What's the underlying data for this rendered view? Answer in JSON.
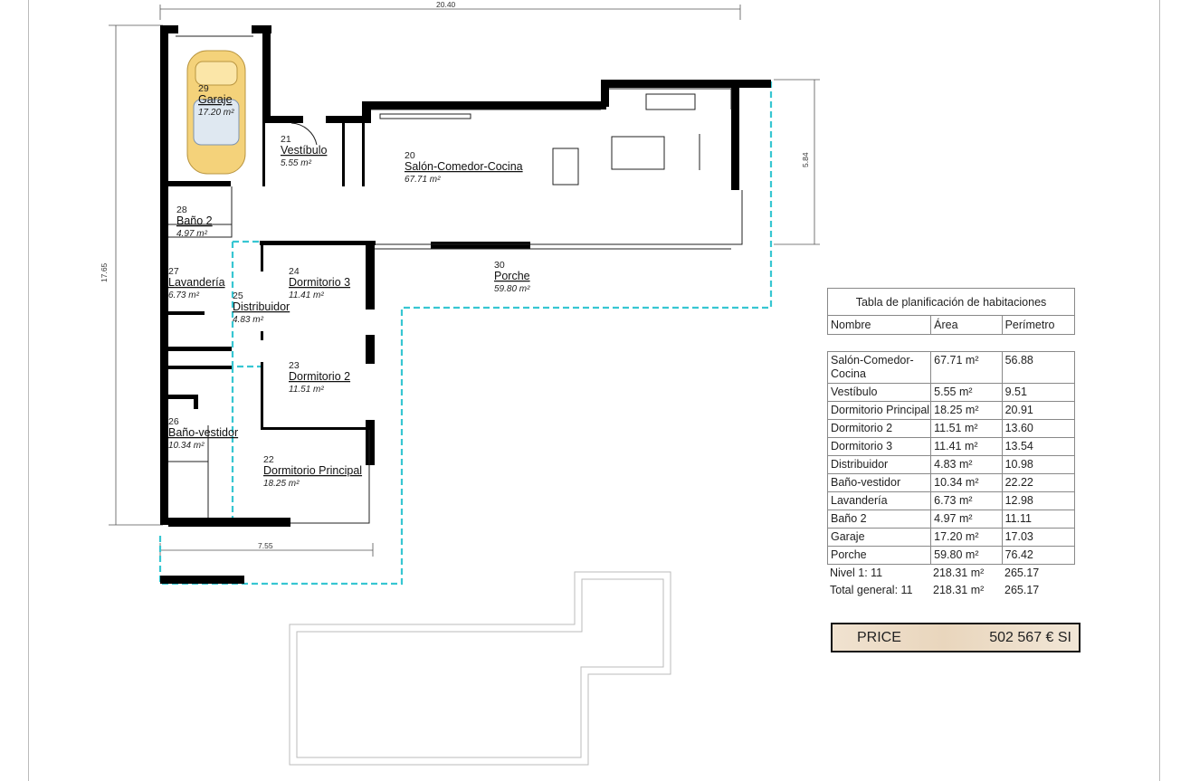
{
  "dimensions": {
    "overall_width": "20.40",
    "overall_depth": "17.65",
    "salon_depth": "5.84",
    "bedroom_wing_width": "7.55"
  },
  "rooms": [
    {
      "id": "garaje",
      "number": "29",
      "name": "Garaje",
      "area": "17.20 m²"
    },
    {
      "id": "vestibulo",
      "number": "21",
      "name": "Vestíbulo",
      "area": "5.55 m²"
    },
    {
      "id": "salon",
      "number": "20",
      "name": "Salón-Comedor-Cocina",
      "area": "67.71 m²"
    },
    {
      "id": "bano2",
      "number": "28",
      "name": "Baño 2",
      "area": "4.97 m²"
    },
    {
      "id": "lavanderia",
      "number": "27",
      "name": "Lavandería",
      "area": "6.73 m²"
    },
    {
      "id": "distribuidor",
      "number": "25",
      "name": "Distribuidor",
      "area": "4.83 m²"
    },
    {
      "id": "dorm3",
      "number": "24",
      "name": "Dormitorio 3",
      "area": "11.41 m²"
    },
    {
      "id": "porche",
      "number": "30",
      "name": "Porche",
      "area": "59.80 m²"
    },
    {
      "id": "dorm2",
      "number": "23",
      "name": "Dormitorio 2",
      "area": "11.51 m²"
    },
    {
      "id": "banovestidor",
      "number": "26",
      "name": "Baño-vestidor",
      "area": "10.34 m²"
    },
    {
      "id": "dormppal",
      "number": "22",
      "name": "Dormitorio Principal",
      "area": "18.25 m²"
    }
  ],
  "table": {
    "title": "Tabla de planificación de habitaciones",
    "headers": [
      "Nombre",
      "Área",
      "Perímetro"
    ],
    "rows": [
      {
        "name": "Salón-Comedor-Cocina",
        "area": "67.71 m²",
        "perimeter": "56.88"
      },
      {
        "name": "Vestíbulo",
        "area": "5.55 m²",
        "perimeter": "9.51"
      },
      {
        "name": "Dormitorio Principal",
        "area": "18.25 m²",
        "perimeter": "20.91"
      },
      {
        "name": "Dormitorio 2",
        "area": "11.51 m²",
        "perimeter": "13.60"
      },
      {
        "name": "Dormitorio 3",
        "area": "11.41 m²",
        "perimeter": "13.54"
      },
      {
        "name": "Distribuidor",
        "area": "4.83 m²",
        "perimeter": "10.98"
      },
      {
        "name": "Baño-vestidor",
        "area": "10.34 m²",
        "perimeter": "22.22"
      },
      {
        "name": "Lavandería",
        "area": "6.73 m²",
        "perimeter": "12.98"
      },
      {
        "name": "Baño 2",
        "area": "4.97 m²",
        "perimeter": "11.11"
      },
      {
        "name": "Garaje",
        "area": "17.20 m²",
        "perimeter": "17.03"
      },
      {
        "name": "Porche",
        "area": "59.80 m²",
        "perimeter": "76.42"
      }
    ],
    "totals": [
      {
        "name": "Nivel 1: 11",
        "area": "218.31 m²",
        "perimeter": "265.17"
      },
      {
        "name": "Total general: 11",
        "area": "218.31 m²",
        "perimeter": "265.17"
      }
    ]
  },
  "price": {
    "label": "PRICE",
    "value": "502 567 € SI"
  },
  "colors": {
    "porch_outline": "#37c6d2",
    "wall": "#000000",
    "price_bg": "#ead8c1"
  }
}
